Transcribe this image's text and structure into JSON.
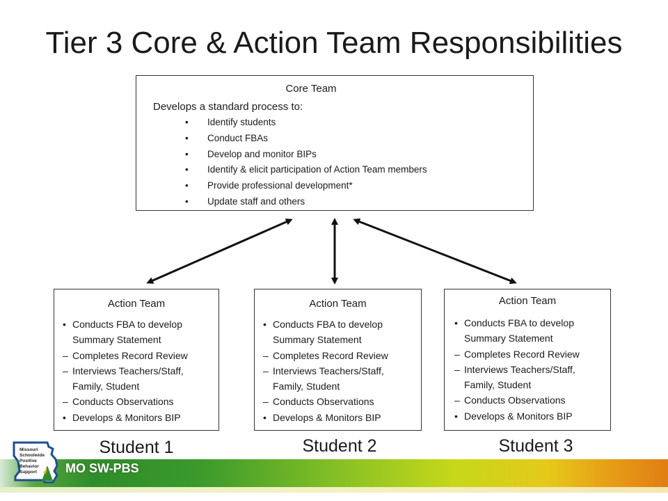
{
  "title": "Tier 3 Core & Action Team Responsibilities",
  "core": {
    "title": "Core Team",
    "intro": "Develops a standard process to:",
    "items": [
      "Identify students",
      "Conduct FBAs",
      "Develop and  monitor BIPs",
      "Identify & elicit participation of Action Team members",
      "Provide professional development*",
      "Update staff and others"
    ]
  },
  "action_teams": [
    {
      "title": "Action Team",
      "b1": "Conducts FBA to develop",
      "b1c": "Summary Statement",
      "d1": "Completes Record Review",
      "d2": "Interviews Teachers/Staff,",
      "d2c": "Family, Student",
      "d3": "Conducts Observations",
      "b2": "Develops  &  Monitors  BIP",
      "student": "Student 1"
    },
    {
      "title": "Action Team",
      "b1": "Conducts FBA to develop",
      "b1c": "Summary Statement",
      "d1": "Completes Record Review",
      "d2": "Interviews Teachers/Staff,",
      "d2c": "Family, Student",
      "d3": "Conducts Observations",
      "b2": "Develops  &  Monitors  BIP",
      "student": "Student 2"
    },
    {
      "title": "Action Team",
      "b1": "Conducts FBA to develop",
      "b1c": "Summary Statement",
      "d1": "Completes Record Review",
      "d2": "Interviews Teachers/Staff,",
      "d2c": "Family, Student",
      "d3": "Conducts Observations",
      "b2": "Develops  &  Monitors  BIP",
      "student": "Student 3"
    }
  ],
  "footer": {
    "label": "MO SW-PBS",
    "logo_lines": [
      "Missouri",
      "Schoolwide",
      "Positive",
      "Behavior",
      "Support"
    ]
  },
  "colors": {
    "arrow": "#111111",
    "footer_green": "#2f8c2a",
    "footer_orange": "#e07e14"
  }
}
